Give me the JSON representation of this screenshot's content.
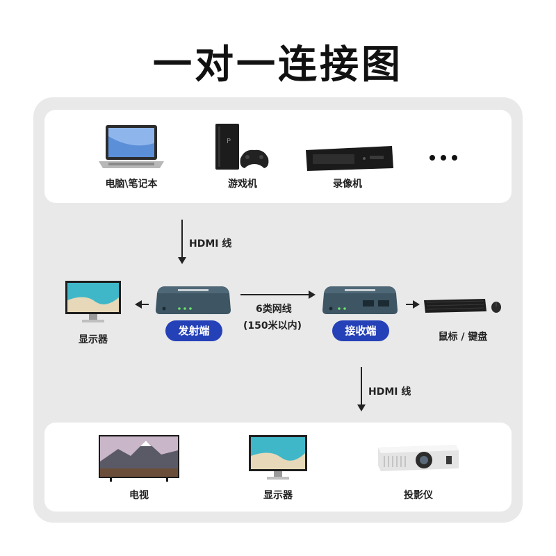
{
  "title": "一对一连接图",
  "sources": [
    {
      "label": "电脑\\笔记本",
      "icon": "laptop-icon"
    },
    {
      "label": "游戏机",
      "icon": "game-console-icon"
    },
    {
      "label": "录像机",
      "icon": "video-recorder-icon"
    }
  ],
  "more_icon": "ellipsis-icon",
  "cables": {
    "hdmi_in": "HDMI 线",
    "network_line1": "6类网线",
    "network_line2": "(150米以内)",
    "hdmi_out": "HDMI 线"
  },
  "middle": {
    "local_monitor": "显示器",
    "transmitter": "发射端",
    "receiver": "接收端",
    "peripherals": "鼠标 / 键盘"
  },
  "outputs": [
    {
      "label": "电视",
      "icon": "tv-icon"
    },
    {
      "label": "显示器",
      "icon": "monitor-icon"
    },
    {
      "label": "投影仪",
      "icon": "projector-icon"
    }
  ],
  "colors": {
    "pill": "#2541b8",
    "panel": "#e9e9e9",
    "device": "#3e5563"
  }
}
